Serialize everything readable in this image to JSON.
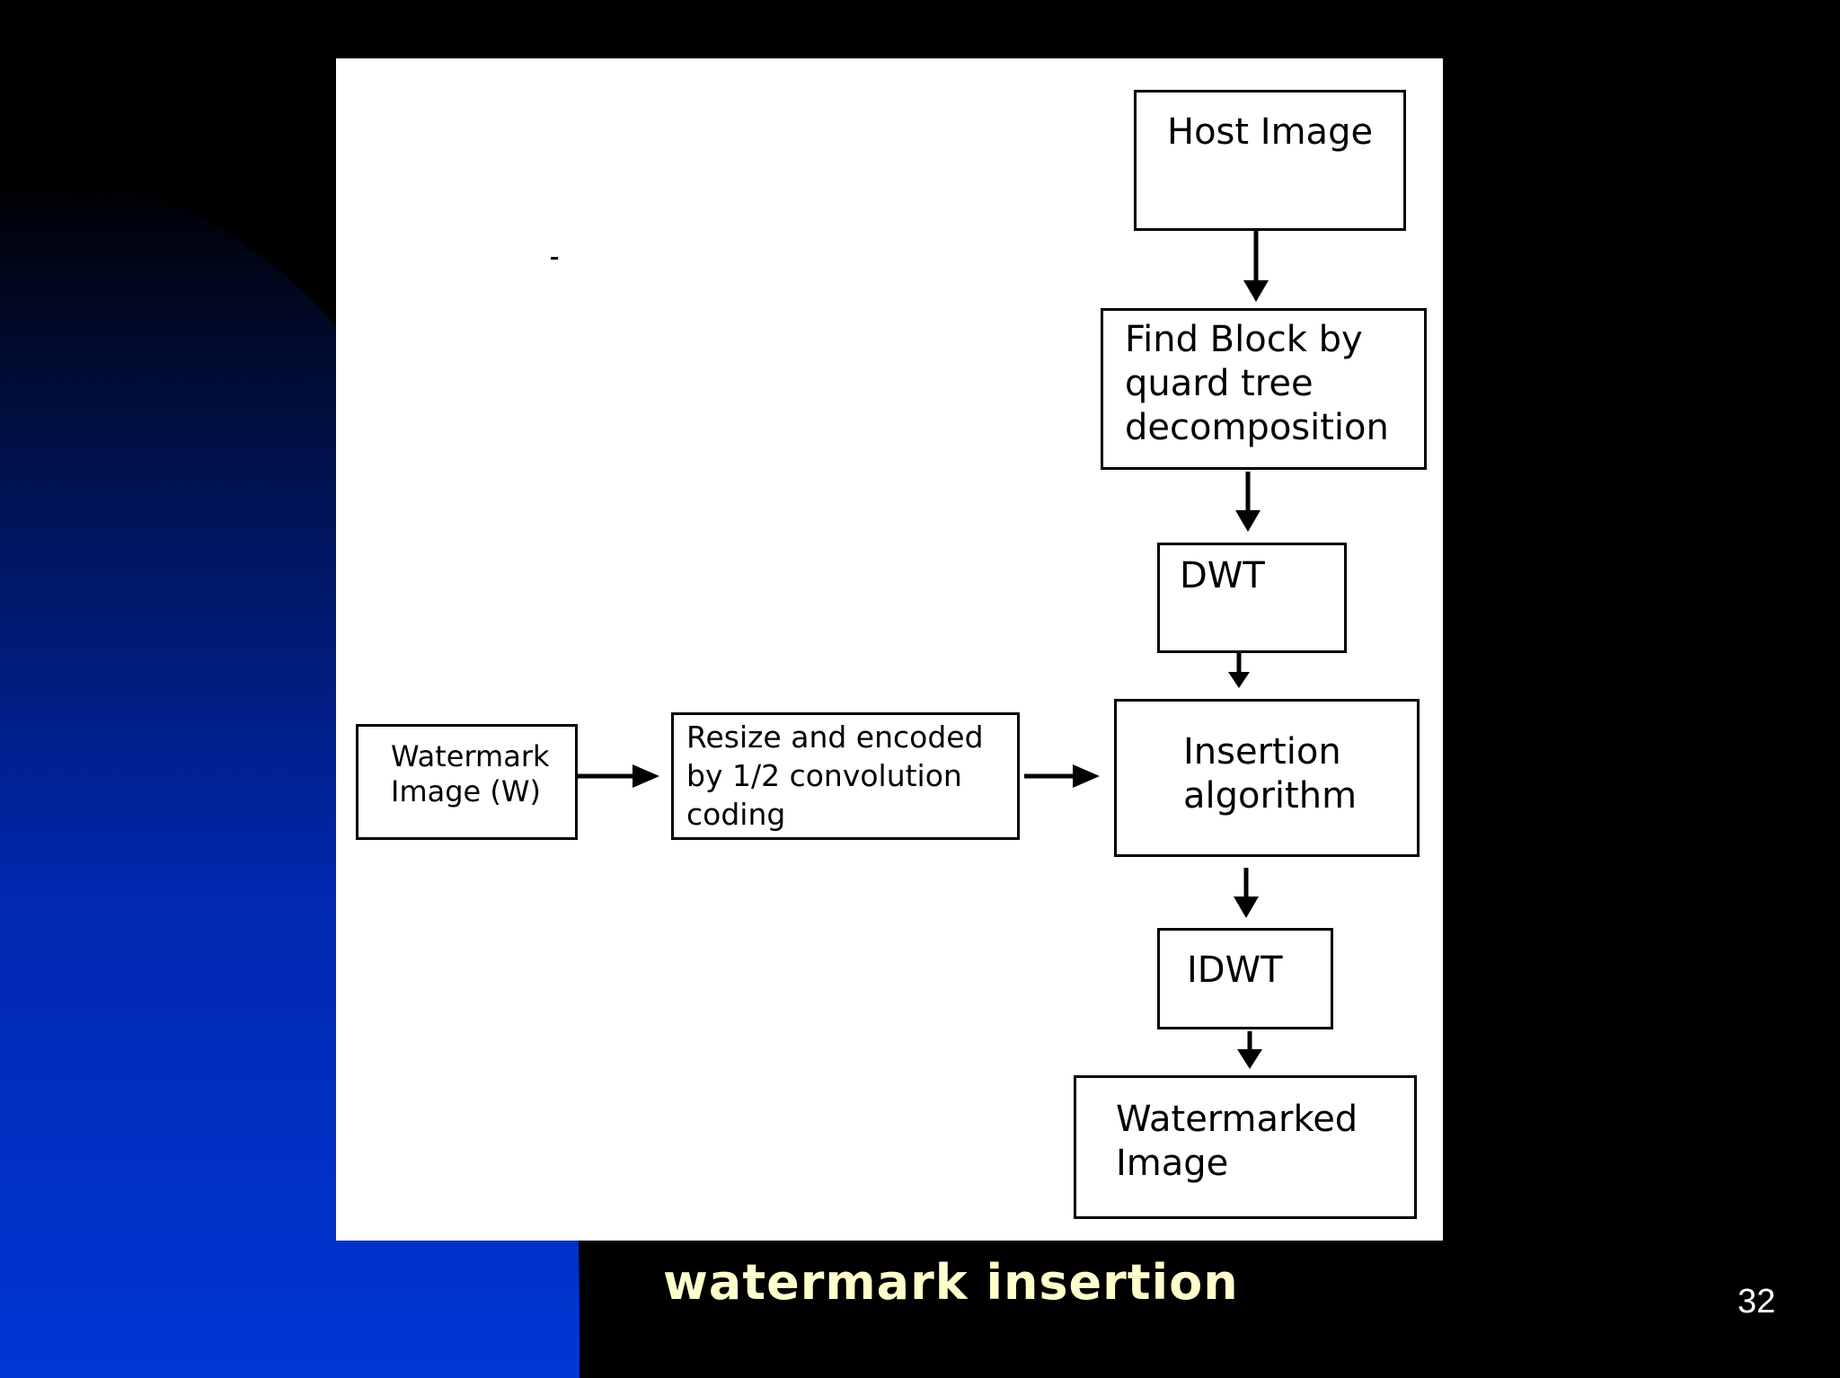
{
  "diagram": {
    "host_image": "Host Image",
    "find_block": "Find Block by\nquard tree\ndecomposition",
    "dwt": "DWT",
    "watermark_image": "Watermark\nImage (W)",
    "resize_encode": "Resize and encoded\nby 1/2 convolution\ncoding",
    "insertion": "Insertion\nalgorithm",
    "idwt": "IDWT",
    "watermarked_image": "Watermarked\nImage"
  },
  "caption": "watermark insertion",
  "page_number": "32",
  "colors": {
    "background": "#000000",
    "gradient_blue": "#0033cc",
    "caption": "#ffffcc"
  }
}
